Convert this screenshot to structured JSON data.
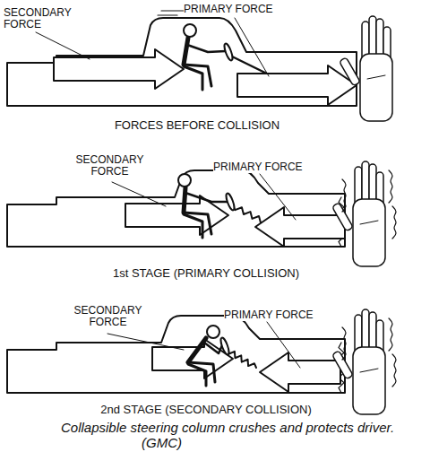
{
  "diagram": {
    "caption": "Collapsible steering column crushes and protects driver. (GMC)",
    "labels": [
      "SECONDARY FORCE",
      "PRIMARY FORCE",
      "FORCES BEFORE COLLISION",
      "SECONDARY FORCE",
      "PRIMARY FORCE",
      "1st STAGE (PRIMARY COLLISION)",
      "SECONDARY FORCE",
      "PRIMARY FORCE",
      "2nd STAGE (SECONDARY COLLISION)"
    ]
  }
}
